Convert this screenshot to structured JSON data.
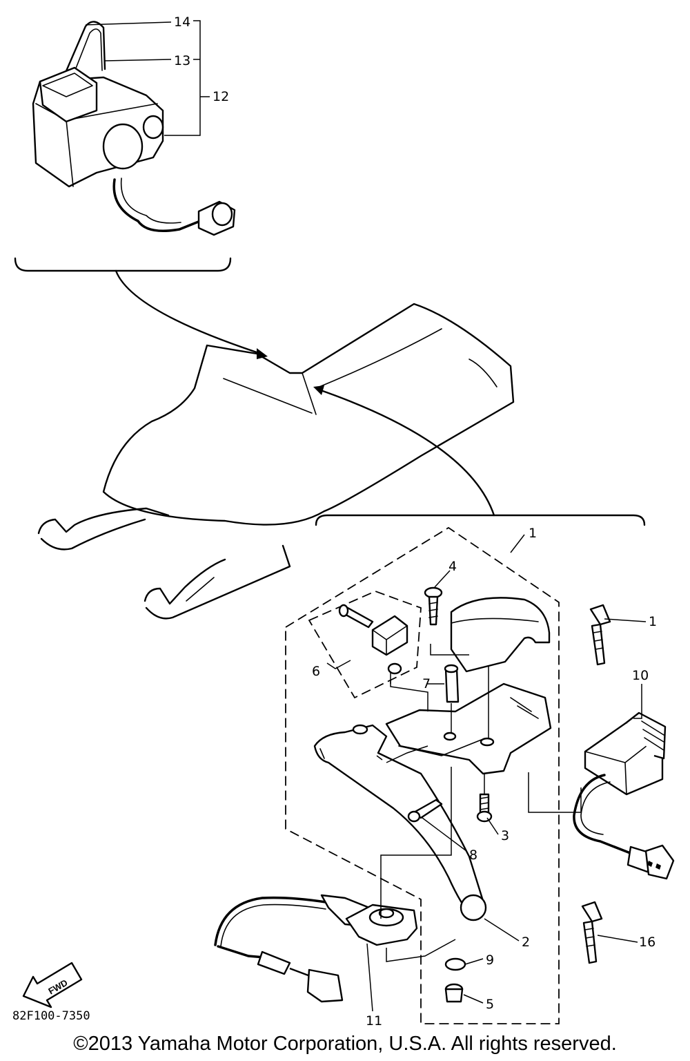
{
  "diagram_code": "82F100-7350",
  "copyright": "©2013 Yamaha Motor Corporation, U.S.A. All rights reserved.",
  "fwd_label": "FWD",
  "callouts": {
    "c1a": "1",
    "c1b": "1",
    "c2": "2",
    "c3": "3",
    "c4": "4",
    "c5": "5",
    "c6": "6",
    "c7": "7",
    "c8": "8",
    "c9": "9",
    "c10": "10",
    "c11": "11",
    "c12": "12",
    "c13": "13",
    "c14": "14",
    "c16": "16"
  },
  "icons": {
    "fwd_arrow": "fwd-arrow-icon"
  }
}
